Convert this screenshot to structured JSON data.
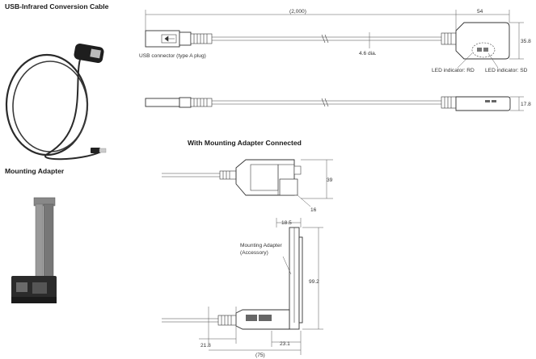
{
  "headings": {
    "cable": "USB-Infrared Conversion Cable",
    "adapter": "Mounting Adapter",
    "connected": "With Mounting Adapter Connected"
  },
  "labels": {
    "usb_connector": "USB connector (type A plug)",
    "cable_dia": "4.6 dia.",
    "led_rd": "LED indicator: RD",
    "led_sd": "LED indicator: SD",
    "mounting_adapter_line1": "Mounting Adapter",
    "mounting_adapter_line2": "(Accessory)"
  },
  "dimensions": {
    "length": "(2,000)",
    "head_length": "54",
    "head_height": "35.8",
    "head_thickness": "17.8",
    "mounted_height": "39",
    "mounted_offset": "16",
    "adapter_width": "18.5",
    "adapter_height": "99.2",
    "bottom_left": "21.8",
    "bottom_total": "(75)",
    "bottom_right": "23.1"
  }
}
